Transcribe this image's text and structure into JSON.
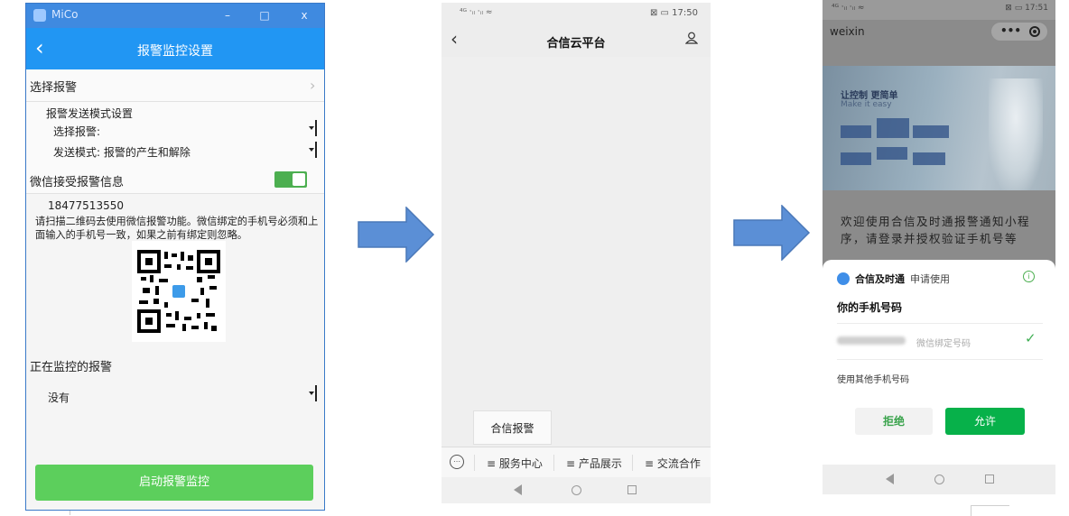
{
  "panel1": {
    "window_title": "MiCo",
    "window_controls": {
      "minimize": "–",
      "maximize": "□",
      "close": "x"
    },
    "header_title": "报警监控设置",
    "select_alarm_row": "选择报警",
    "send_mode_section": "报警发送模式设置",
    "select_alarm_dropdown_label": "选择报警:",
    "send_mode_dropdown_label": "发送模式: 报警的产生和解除",
    "wechat_receive_label": "微信接受报警信息",
    "wechat_receive_enabled": true,
    "phone_number": "18477513550",
    "instructions": "请扫描二维码去使用微信报警功能。微信绑定的手机号必须和上面输入的手机号一致，如果之前有绑定则忽略。",
    "monitoring_section": "正在监控的报警",
    "monitoring_value": "没有",
    "start_button": "启动报警监控",
    "colors": {
      "header": "#2196f3",
      "titlebar": "#3f8ae0",
      "toggle": "#4caf50",
      "start_button": "#5ccf5c"
    }
  },
  "panel2": {
    "status_left": "⁴ᴳ ˑᵢₗ ˑᵢₗ ≈",
    "status_right": "⊠ ▭ 17:50",
    "nav_title": "合信云平台",
    "popup_item": "合信报警",
    "menu_items": [
      "≡ 服务中心",
      "≡ 产品展示",
      "≡ 交流合作"
    ],
    "keyboard_icon": "keyboard-icon"
  },
  "panel3": {
    "status_left": "⁴ᴳ ˑᵢₗ ˑᵢₗ ≈",
    "status_right": "⊠ ▭ 17:51",
    "app_title": "weixin",
    "capsule_menu": "•••",
    "banner_title": "让控制 更简单",
    "banner_sub": "Make it easy",
    "welcome_text": "欢迎使用合信及时通报警通知小程序，请登录并授权验证手机号等",
    "sheet_app": "合信及时通",
    "sheet_request": "申请使用",
    "sheet_title": "你的手机号码",
    "bound_label": "微信绑定号码",
    "other_phone": "使用其他手机号码",
    "deny_button": "拒绝",
    "allow_button": "允许",
    "colors": {
      "allow": "#07b14a",
      "deny_text": "#3aa34c"
    }
  },
  "arrow_color": "#5b8fd6"
}
